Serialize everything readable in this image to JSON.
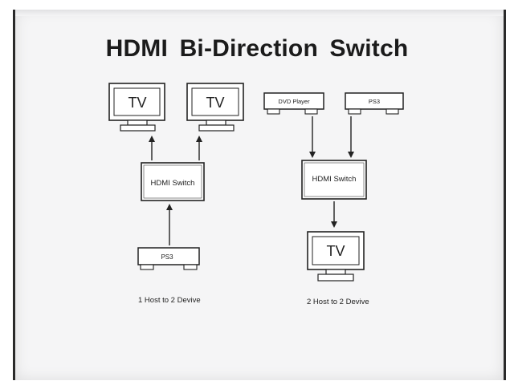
{
  "title": "HDMI  Bi-Direction Switch",
  "left_diagram": {
    "tv1_label": "TV",
    "tv2_label": "TV",
    "switch_label": "HDMI Switch",
    "source_label": "PS3",
    "caption": "1 Host to 2 Devive"
  },
  "right_diagram": {
    "source1_label": "DVD Player",
    "source2_label": "PS3",
    "switch_label": "HDMI Switch",
    "tv_label": "TV",
    "caption": "2 Host to 2 Devive"
  },
  "colors": {
    "ink": "#1b1b1b",
    "panel": "#f5f5f6"
  }
}
